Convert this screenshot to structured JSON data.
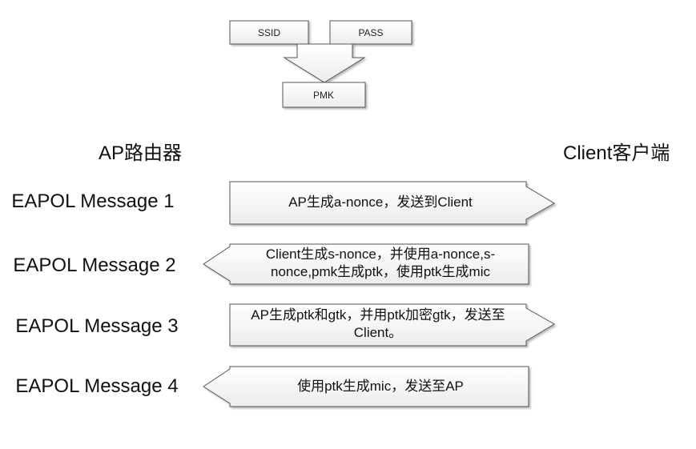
{
  "top": {
    "ssid": "SSID",
    "pass": "PASS",
    "pmk": "PMK"
  },
  "sides": {
    "ap": "AP路由器",
    "client": "Client客户端"
  },
  "messages": [
    {
      "label": "EAPOL Message 1",
      "direction": "right",
      "text": "AP生成a-nonce，发送到Client"
    },
    {
      "label": "EAPOL Message 2",
      "direction": "left",
      "text": "Client生成s-nonce，并使用a-nonce,s-nonce,pmk生成ptk，使用ptk生成mic"
    },
    {
      "label": "EAPOL Message 3",
      "direction": "right",
      "text": "AP生成ptk和gtk，并用ptk加密gtk，发送至Client。"
    },
    {
      "label": "EAPOL Message 4",
      "direction": "left",
      "text": "使用ptk生成mic，发送至AP"
    }
  ]
}
